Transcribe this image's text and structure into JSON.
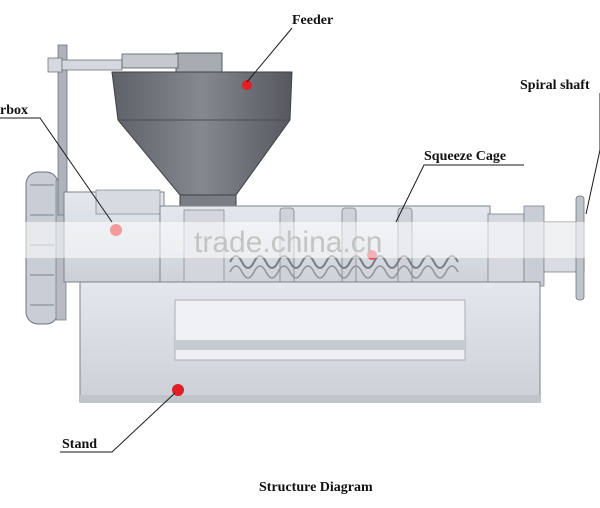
{
  "diagram": {
    "labels": {
      "feeder": "Feeder",
      "gearbox": "rbox",
      "spiral_shaft": "Spiral shaft",
      "squeeze_cage": "Squeeze Cage",
      "stand": "Stand"
    },
    "caption": "Structure Diagram",
    "watermark": "trade.china.cn",
    "colors": {
      "machine_body": "#dde1e7",
      "machine_shadow": "#b9bec6",
      "hopper_dark": "#6d7077",
      "marker": "#e31e24",
      "leader_line": "#1a1a1a"
    }
  }
}
